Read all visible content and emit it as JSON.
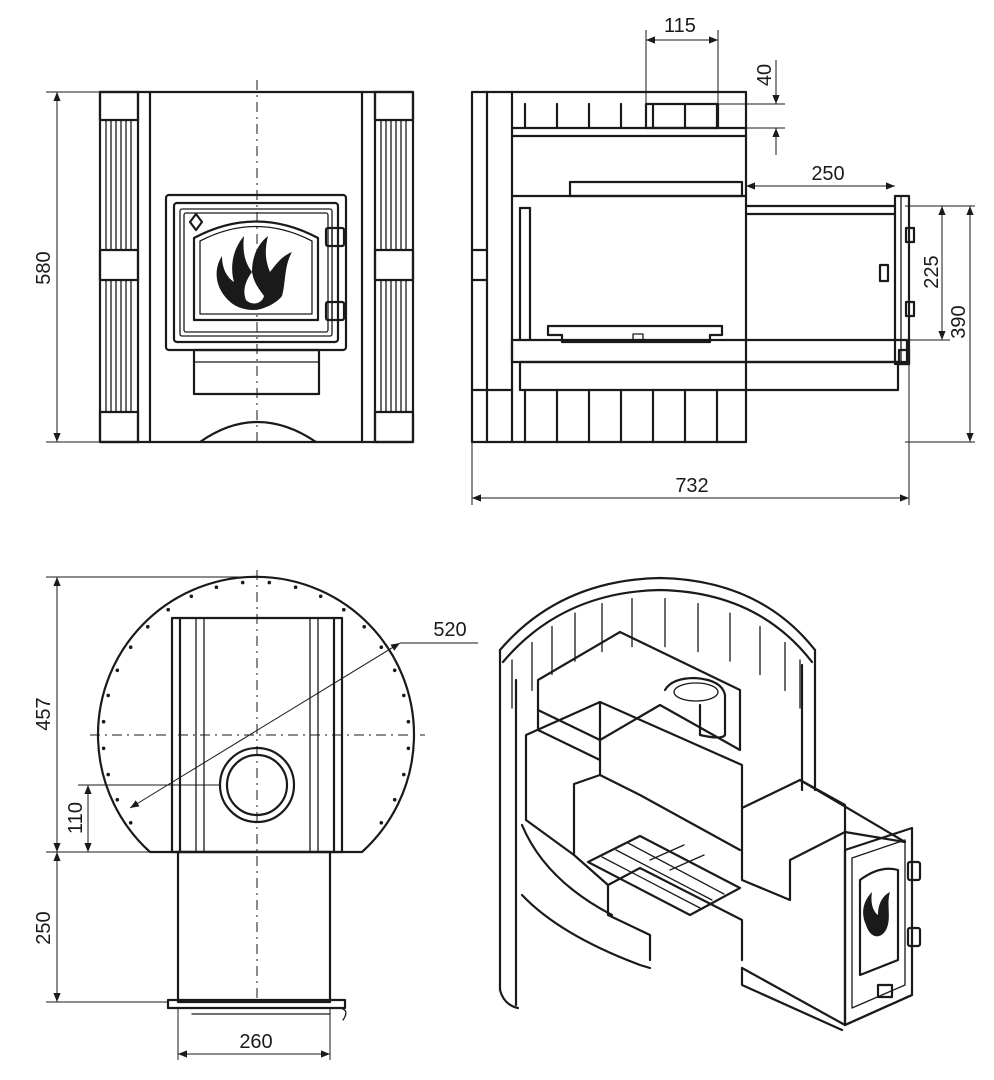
{
  "dimensions": {
    "front_height": "580",
    "chimney_width": "115",
    "chimney_height": "40",
    "tunnel_depth": "250",
    "door_height": "225",
    "tunnel_height": "390",
    "total_length": "732",
    "body_depth": "457",
    "chimney_offset": "110",
    "tunnel_length": "250",
    "tunnel_width": "260",
    "diameter": "520"
  },
  "icons": {
    "flame": "flame-icon",
    "logo": "logo-diamond-icon"
  }
}
